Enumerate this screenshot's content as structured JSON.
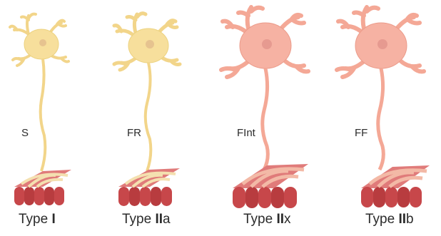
{
  "colors": {
    "slow_neuron": "#f7df9c",
    "slow_neuron_edge": "#ecd27f",
    "fast_neuron": "#f6b2a3",
    "fast_neuron_edge": "#eb9b8a",
    "nucleus_slow": "#e6c38f",
    "nucleus_fast": "#e69a90",
    "fiber": "#c7474a",
    "fiber_dark": "#a33234",
    "fiber_light": "#e07b7a",
    "synapse_slow": "#f4e0b0",
    "synapse_fast": "#f3b9a6",
    "text": "#2b2b2b"
  },
  "units": [
    {
      "speed_label": "S",
      "type_prefix": "Type ",
      "type_roman": "I",
      "type_suffix": ""
    },
    {
      "speed_label": "FR",
      "type_prefix": "Type ",
      "type_roman": "II",
      "type_suffix": "a"
    },
    {
      "speed_label": "FInt",
      "type_prefix": "Type ",
      "type_roman": "II",
      "type_suffix": "x"
    },
    {
      "speed_label": "FF",
      "type_prefix": "Type ",
      "type_roman": "II",
      "type_suffix": "b"
    }
  ]
}
